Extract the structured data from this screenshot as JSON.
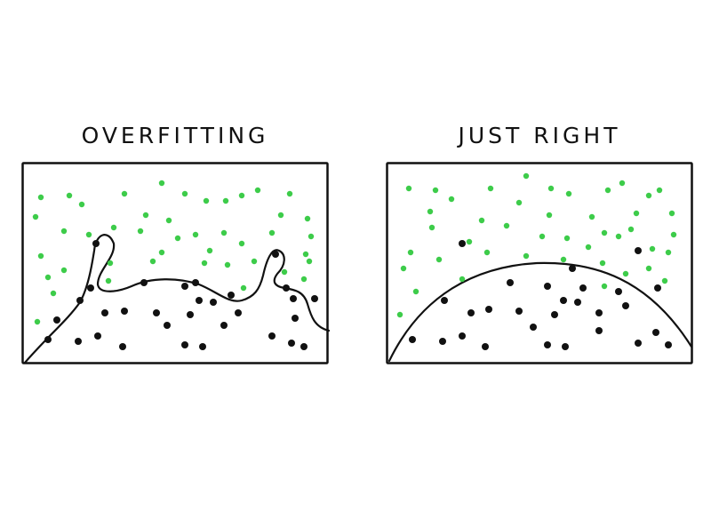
{
  "colors": {
    "positive_class": "#3dcc4a",
    "negative_class": "#111111",
    "line": "#111111",
    "background": "#ffffff"
  },
  "panels": [
    {
      "title": "OVERFITTING",
      "boundary": "wiggly curve tightly wrapping every black point",
      "green_count": 44,
      "black_count": 31
    },
    {
      "title": "JUST RIGHT",
      "boundary": "smooth arch",
      "green_count": 44,
      "black_count": 28
    }
  ]
}
